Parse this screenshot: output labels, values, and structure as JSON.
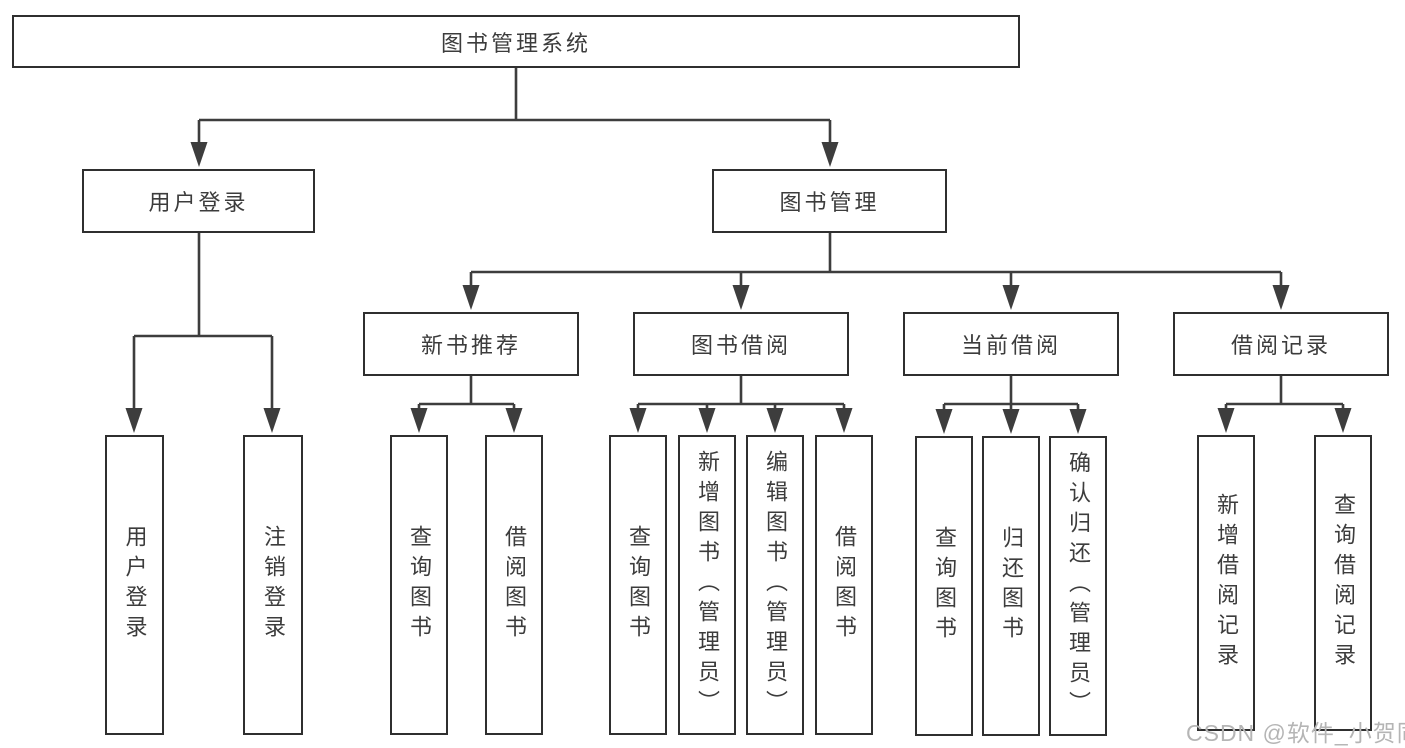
{
  "diagram": {
    "root": "图书管理系统",
    "level2": [
      "用户登录",
      "图书管理"
    ],
    "level3": [
      "新书推荐",
      "图书借阅",
      "当前借阅",
      "借阅记录"
    ],
    "leaves": {
      "login": [
        "用户登录",
        "注销登录"
      ],
      "recommend": [
        "查询图书",
        "借阅图书"
      ],
      "borrow": [
        "查询图书",
        "新增图书（管理员）",
        "编辑图书（管理员）",
        "借阅图书"
      ],
      "current": [
        "查询图书",
        "归还图书",
        "确认归还（管理员）"
      ],
      "records": [
        "新增借阅记录",
        "查询借阅记录"
      ]
    }
  },
  "watermark": {
    "text": "CSDN @软件_小贺同学"
  },
  "colors": {
    "line": "#3d3d3d",
    "border": "#2f2f2f",
    "text": "#3c3c3c",
    "watermark": "#b5b5b5",
    "background": "#ffffff"
  }
}
